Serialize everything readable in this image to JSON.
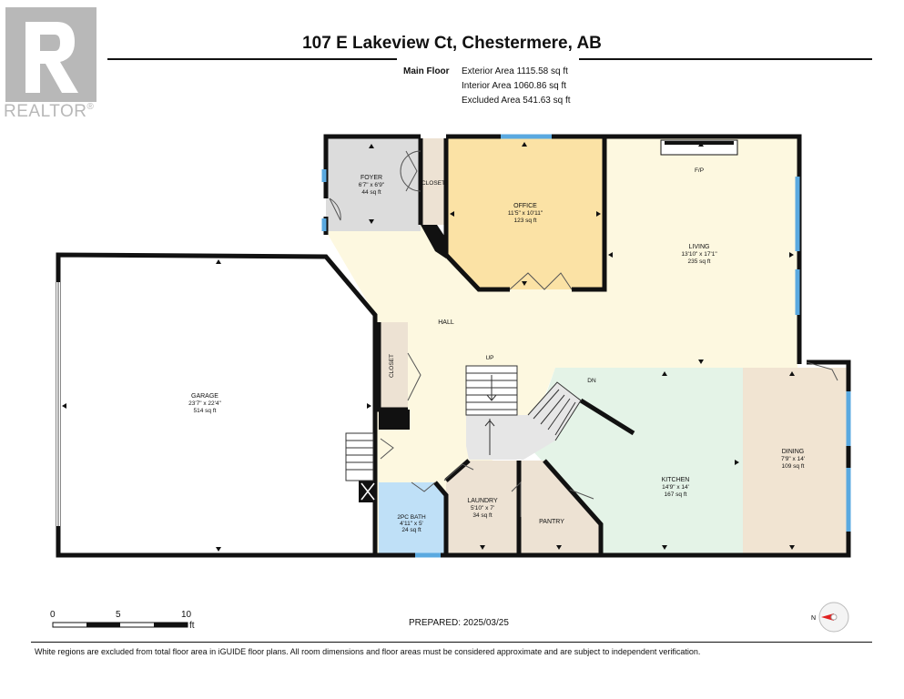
{
  "header": {
    "title": "107 E Lakeview Ct, Chestermere, AB",
    "floor_label": "Main Floor",
    "areas": [
      "Exterior Area 1115.58 sq ft",
      "Interior Area 1060.86 sq ft",
      "Excluded Area 541.63 sq ft"
    ]
  },
  "logo": {
    "text": "REALTOR",
    "mark": "®"
  },
  "rooms": {
    "foyer": {
      "name": "FOYER",
      "dims": "6'7\" x 6'9\"",
      "area": "44 sq ft"
    },
    "closet_top": {
      "name": "CLOSET"
    },
    "office": {
      "name": "OFFICE",
      "dims": "11'5\" x 10'11\"",
      "area": "123 sq ft"
    },
    "fp": {
      "name": "F/P"
    },
    "living": {
      "name": "LIVING",
      "dims": "13'10\" x 17'1\"",
      "area": "235 sq ft"
    },
    "hall": {
      "name": "HALL"
    },
    "up": {
      "name": "UP"
    },
    "dn": {
      "name": "DN"
    },
    "closet_mid": {
      "name": "CLOSET"
    },
    "garage": {
      "name": "GARAGE",
      "dims": "23'7\" x 22'4\"",
      "area": "514 sq ft"
    },
    "kitchen": {
      "name": "KITCHEN",
      "dims": "14'9\" x 14'",
      "area": "167 sq ft"
    },
    "dining": {
      "name": "DINING",
      "dims": "7'9\" x 14'",
      "area": "109 sq ft"
    },
    "laundry": {
      "name": "LAUNDRY",
      "dims": "5'10\" x 7'",
      "area": "34 sq ft"
    },
    "bath": {
      "name": "2PC BATH",
      "dims": "4'11\" x 5'",
      "area": "24 sq ft"
    },
    "pantry": {
      "name": "PANTRY"
    }
  },
  "scale": {
    "labels": [
      "0",
      "5",
      "10"
    ],
    "unit": "ft"
  },
  "compass": {
    "label": "N"
  },
  "footer": {
    "prepared": "PREPARED: 2025/03/25",
    "disclaimer": "White regions are excluded from total floor area in iGUIDE floor plans. All room dimensions and floor areas must be considered approximate and are subject to independent verification."
  },
  "colors": {
    "wall": "#111111",
    "hall": "#fdf8e0",
    "foyer": "#dcdcdc",
    "office": "#fbe2a5",
    "kitchen": "#e4f3e7",
    "dining": "#f1e4d2",
    "laundry": "#ede2d3",
    "bath": "#bfe0f7",
    "window": "#5aa9e0"
  }
}
